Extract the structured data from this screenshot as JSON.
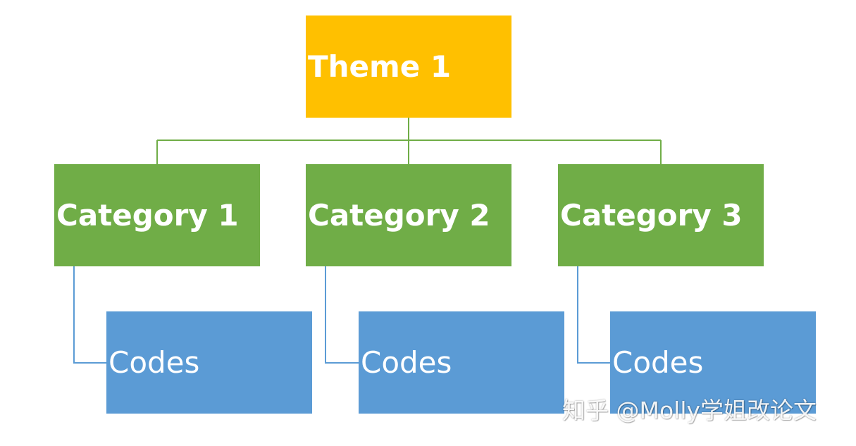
{
  "diagram": {
    "theme": {
      "label": "Theme 1",
      "color": "#FFC000"
    },
    "categories": [
      {
        "label": "Category 1"
      },
      {
        "label": "Category 2"
      },
      {
        "label": "Category 3"
      }
    ],
    "codes": [
      {
        "label": "Codes"
      },
      {
        "label": "Codes"
      },
      {
        "label": "Codes"
      }
    ],
    "category_color": "#70AD47",
    "code_color": "#5B9BD5",
    "theme_connector_color": "#70AD47",
    "code_connector_color": "#5B9BD5"
  },
  "watermark": {
    "text": "知乎 @Molly学姐改论文"
  }
}
